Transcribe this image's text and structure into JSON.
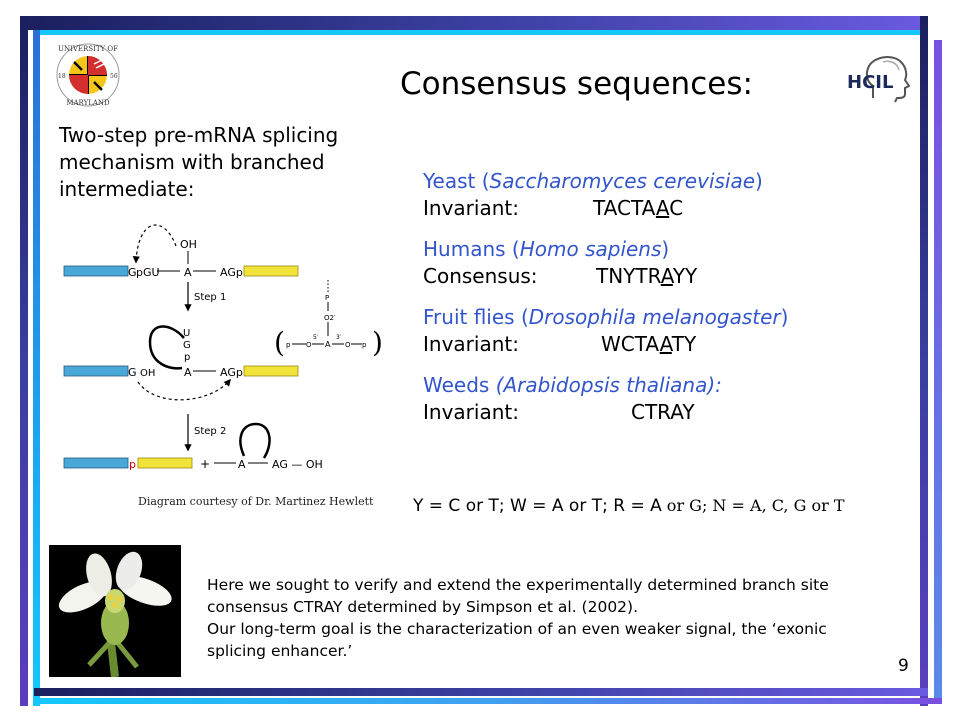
{
  "slide": {
    "title": "Consensus sequences:",
    "intro": "Two-step pre-mRNA splicing mechanism with branched intermediate:",
    "organisms": [
      {
        "name": "Yeast (",
        "species": "Saccharomyces cerevisiae",
        "suffix": ")",
        "label": "Invariant:",
        "pre": "TACTA",
        "under": "A",
        "post": "C"
      },
      {
        "name": "Humans (",
        "species": "Homo sapiens",
        "suffix": ")",
        "label": "Consensus:",
        "pre": "TNYTR",
        "under": "A",
        "post": "YY"
      },
      {
        "name": "Fruit flies (",
        "species": "Drosophila melanogaster",
        "suffix": ")",
        "label": "Invariant:",
        "pre": "WCTA",
        "under": "A",
        "post": "TY"
      },
      {
        "name": "Weeds ",
        "species": "(Arabidopsis thaliana):",
        "suffix": "",
        "label": "Invariant:",
        "pre": "CTRAY",
        "under": "",
        "post": ""
      }
    ],
    "legend_sans": "Y = C or T;    W = A or T;   R = A",
    "legend_serif": " or G;  N = A, C, G or T",
    "credit": "Diagram courtesy of Dr. Martinez Hewlett",
    "bottom_text_1": "Here we sought to verify and extend the experimentally determined branch site consensus CTRAY determined by Simpson et al. (2002).",
    "bottom_text_2": "Our long-term goal is the characterization of an even weaker signal, the ‘exonic splicing enhancer.’",
    "page_number": "9"
  },
  "logos": {
    "umd_top": "UNIVERSITY OF",
    "umd_bottom": "MARYLAND",
    "umd_year_left": "18",
    "umd_year_right": "56",
    "hcil": "HCIL"
  },
  "diagram": {
    "oh_top": "OH",
    "g": "G",
    "pgu": "pGU",
    "a": "A",
    "agp": "AGp",
    "step1": "Step 1",
    "step2": "Step 2",
    "u": "U",
    "g2": "G",
    "p": "p",
    "goh": "G",
    "oh_mid": "OH",
    "p_exon": "p",
    "plus": "+",
    "ag_oh": "AG — OH",
    "b_p": "P",
    "b_o2": "O2′",
    "b_o5": "5′",
    "b_a": "A",
    "b_3": "3′",
    "b_o1": "O",
    "b_o3": "O",
    "b_lp": "p",
    "b_rp": "p"
  },
  "colors": {
    "exon_blue": "#4aa8d8",
    "exon_yellow": "#f2e33a",
    "organism_blue": "#3355cc",
    "border_navy": "#1a1f5e",
    "border_cyan": "#14c8ff",
    "border_purple": "#7a4fe0"
  }
}
